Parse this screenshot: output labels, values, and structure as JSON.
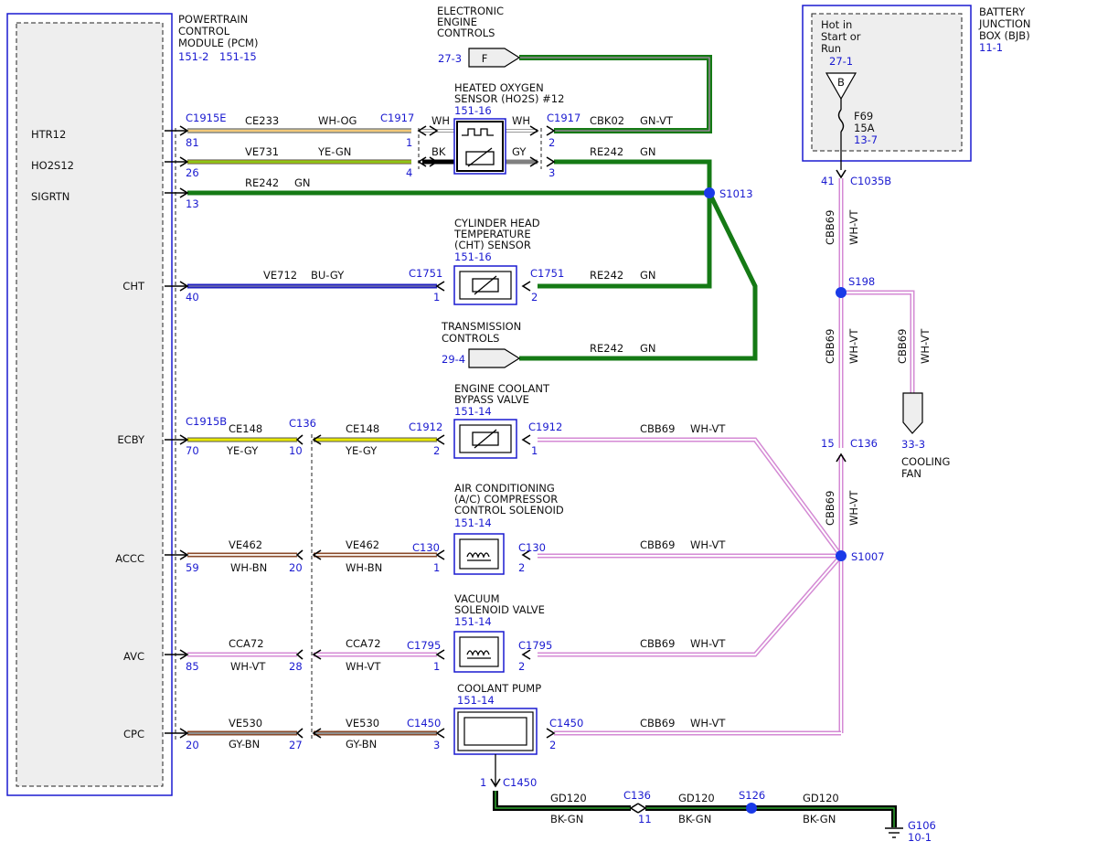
{
  "colors": {
    "module_border": "#1a1ad0",
    "text_blue": "#1a1ad0",
    "green": "#157a15",
    "green_light": "#2fa52f",
    "violet": "#d48ad4",
    "yellow": "#e8e800",
    "orange": "#f0a030",
    "blue_wire": "#2020c0",
    "brown": "#8a4a2a",
    "gray": "#808080",
    "black": "#000000",
    "splice": "#1a3ae8"
  },
  "pcm": {
    "title_lines": [
      "POWERTRAIN",
      "CONTROL",
      "MODULE (PCM)"
    ],
    "refs": [
      "151-2",
      "151-15"
    ],
    "pins": [
      "HTR12",
      "HO2S12",
      "SIGRTN",
      "CHT",
      "ECBY",
      "ACCC",
      "AVC",
      "CPC"
    ]
  },
  "bjb": {
    "title_lines": [
      "BATTERY",
      "JUNCTION",
      "BOX (BJB)"
    ],
    "ref": "11-1",
    "hot_lines": [
      "Hot in",
      "Start or",
      "Run"
    ],
    "hot_ref": "27-1",
    "bus": "B",
    "fuse": "F69",
    "fuse_amp": "15A",
    "fuse_ref": "13-7"
  },
  "eec": {
    "lines": [
      "ELECTRONIC",
      "ENGINE",
      "CONTROLS"
    ],
    "ref": "27-3",
    "letter": "F"
  },
  "trans": {
    "lines": [
      "TRANSMISSION",
      "CONTROLS"
    ],
    "ref": "29-4"
  },
  "fan": {
    "lines": [
      "COOLING",
      "FAN"
    ],
    "ref": "33-3"
  },
  "components": {
    "ho2s": {
      "lines": [
        "HEATED OXYGEN",
        "SENSOR (HO2S) #12"
      ],
      "ref": "151-16"
    },
    "cht": {
      "lines": [
        "CYLINDER HEAD",
        "TEMPERATURE",
        "(CHT) SENSOR"
      ],
      "ref": "151-16"
    },
    "ecbv": {
      "lines": [
        "ENGINE COOLANT",
        "BYPASS VALVE"
      ],
      "ref": "151-14"
    },
    "acc": {
      "lines": [
        "AIR CONDITIONING",
        "(A/C) COMPRESSOR",
        "CONTROL SOLENOID"
      ],
      "ref": "151-14"
    },
    "vsv": {
      "lines": [
        "VACUUM",
        "SOLENOID VALVE"
      ],
      "ref": "151-14"
    },
    "pump": {
      "lines": [
        "COOLANT PUMP"
      ],
      "ref": "151-14"
    }
  },
  "connectors": {
    "c1915e": "C1915E",
    "c1915b": "C1915B",
    "c1917": "C1917",
    "c1751": "C1751",
    "c1912": "C1912",
    "c136": "C136",
    "c130": "C130",
    "c1795": "C1795",
    "c1450": "C1450",
    "c1035b": "C1035B"
  },
  "splices": {
    "s1013": "S1013",
    "s198": "S198",
    "s1007": "S1007",
    "s126": "S126"
  },
  "ground": {
    "name": "G106",
    "ref": "10-1"
  },
  "pins": {
    "p81": "81",
    "p26": "26",
    "p13": "13",
    "p40": "40",
    "p70": "70",
    "p59": "59",
    "p85": "85",
    "p20": "20",
    "p10": "10",
    "p20b": "20",
    "p28": "28",
    "p27": "27",
    "p1": "1",
    "p2": "2",
    "p3": "3",
    "p4": "4",
    "p41": "41",
    "p15": "15",
    "p11": "11"
  },
  "circuits": {
    "ce233": "CE233",
    "wh_og": "WH-OG",
    "ve731": "VE731",
    "ye_gn": "YE-GN",
    "re242": "RE242",
    "gn": "GN",
    "ve712": "VE712",
    "bu_gy": "BU-GY",
    "ce148": "CE148",
    "ye_gy": "YE-GY",
    "ve462": "VE462",
    "wh_bn": "WH-BN",
    "cca72": "CCA72",
    "wh_vt": "WH-VT",
    "ve530": "VE530",
    "gy_bn": "GY-BN",
    "cbk02": "CBK02",
    "gn_vt": "GN-VT",
    "wh": "WH",
    "bk": "BK",
    "gy": "GY",
    "cbb69": "CBB69",
    "gd120": "GD120",
    "bk_gn": "BK-GN"
  }
}
